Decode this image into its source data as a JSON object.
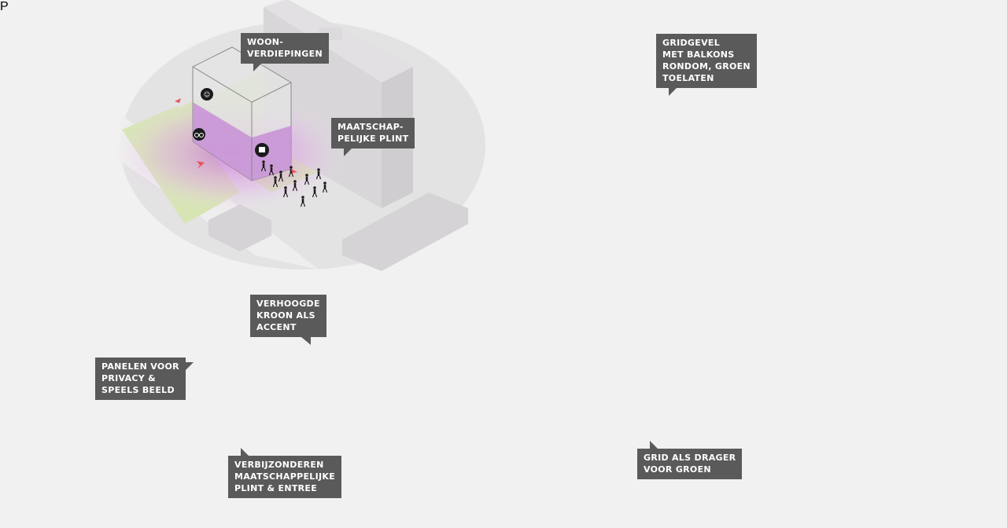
{
  "colors": {
    "background": "#f1f1f1",
    "site_ellipse": "#e4e4e4",
    "grass": "#d7e5b4",
    "surrounding_buildings": "#d8d6d8",
    "building_glass": "#dcdcdc",
    "plinth_highlight": "#d9a5e0",
    "callout_bg": "#5a5a5a",
    "callout_text": "#ffffff",
    "trees": "#a6c36f",
    "arrow_red": "#e8535b",
    "arrow_green": "#5b7a2b"
  },
  "icons": [
    "people-icon",
    "bicycle-icon",
    "shop-icon",
    "bicycle-parking-icon",
    "up-arrow-icon"
  ],
  "panels": [
    {
      "id": "program",
      "callouts": [
        {
          "lines": [
            "WOON-",
            "VERDIEPINGEN"
          ]
        },
        {
          "lines": [
            "MAATSCHAP-",
            "PELIJKE PLINT"
          ]
        }
      ]
    },
    {
      "id": "facade",
      "callouts": [
        {
          "lines": [
            "GRIDGEVEL",
            "MET BALKONS",
            "RONDOM, GROEN",
            "TOELATEN"
          ]
        }
      ]
    },
    {
      "id": "crown",
      "callouts": [
        {
          "lines": [
            "VERHOOGDE",
            "KROON ALS",
            "ACCENT"
          ]
        },
        {
          "lines": [
            "PANELEN VOOR",
            "PRIVACY &",
            "SPEELS BEELD"
          ]
        },
        {
          "lines": [
            "VERBIJZONDEREN",
            "MAATSCHAPPELIJKE",
            "PLINT & ENTREE"
          ]
        }
      ]
    },
    {
      "id": "green",
      "callouts": [
        {
          "lines": [
            "GRID ALS DRAGER",
            "VOOR GROEN"
          ]
        }
      ]
    }
  ]
}
